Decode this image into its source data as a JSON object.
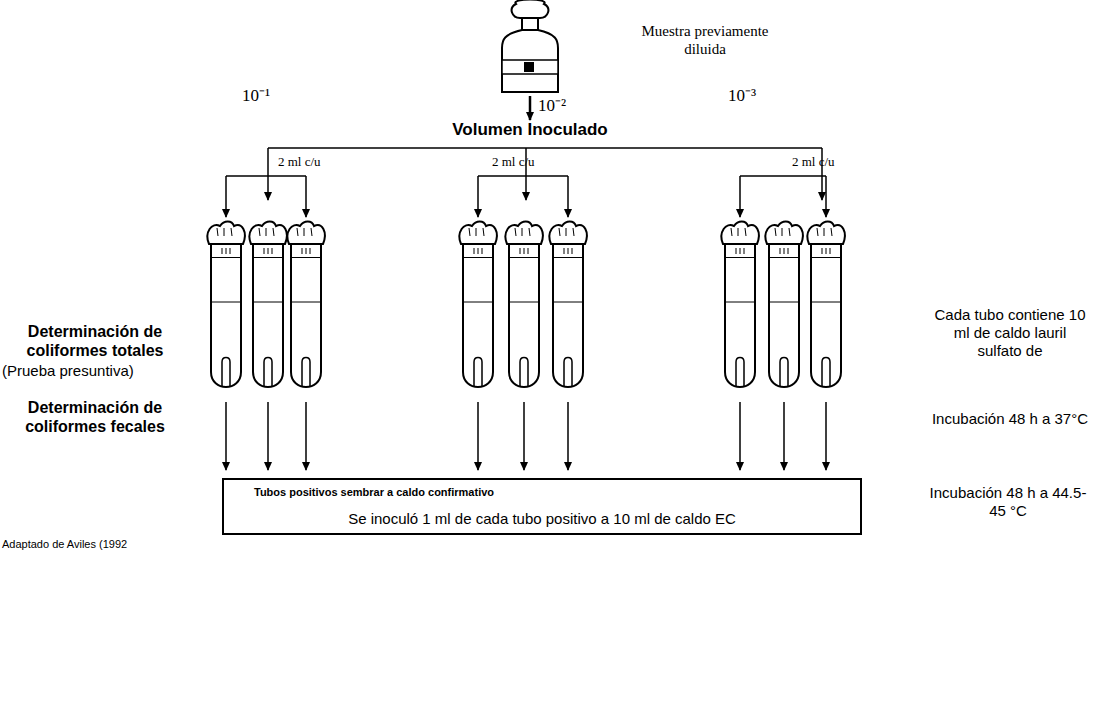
{
  "diagram": {
    "nodes": [
      {
        "text": [
          "Tubos positivos sembrar a caldo confirmativo",
          "Se inoculó 1 ml de cada tubo positivo a 10 ml de caldo EC"
        ]
      }
    ],
    "labels": [
      "Muestra previamente diluida",
      "10⁻¹",
      "10⁻²",
      "10⁻³",
      "Volumen Inoculado",
      "2 ml c/u",
      "2 ml c/u",
      "2 ml c/u",
      "Determinación de coliformes totales",
      "(Prueba presuntiva)",
      "Determinación de coliformes fecales",
      "Cada tubo contiene 10 ml de caldo lauril sulfato de",
      "Incubación 48 h a 37°C",
      "Incubación 48 h a 44.5-45 °C",
      "Adaptado de Aviles (1992"
    ]
  }
}
